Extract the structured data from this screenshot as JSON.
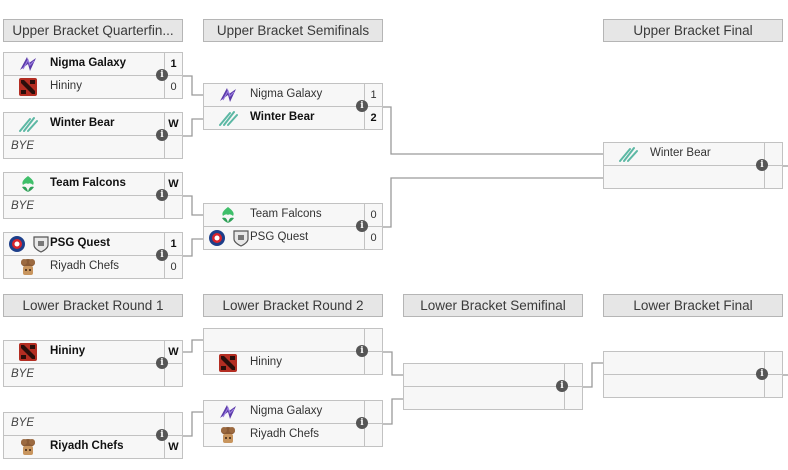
{
  "headers": {
    "ub_qf": "Upper Bracket Quarterfin...",
    "ub_sf": "Upper Bracket Semifinals",
    "ub_final": "Upper Bracket Final",
    "lb_r1": "Lower Bracket Round 1",
    "lb_r2": "Lower Bracket Round 2",
    "lb_sf": "Lower Bracket Semifinal",
    "lb_final": "Lower Bracket Final"
  },
  "info_glyph": "i",
  "matches": {
    "ubqf1": {
      "team1": {
        "name": "Nigma Galaxy",
        "score": "1",
        "icon": "nigma-galaxy-icon"
      },
      "team2": {
        "name": "Hininy",
        "score": "0",
        "icon": "dota-icon"
      }
    },
    "ubqf2": {
      "team1": {
        "name": "Winter Bear",
        "score": "W",
        "icon": "winter-bear-icon"
      },
      "team2": {
        "name": "BYE",
        "score": ""
      }
    },
    "ubqf3": {
      "team1": {
        "name": "Team Falcons",
        "score": "W",
        "icon": "team-falcons-icon"
      },
      "team2": {
        "name": "BYE",
        "score": ""
      }
    },
    "ubqf4": {
      "team1": {
        "name": "PSG Quest",
        "score": "1",
        "icon": "psg-quest-icon"
      },
      "team2": {
        "name": "Riyadh Chefs",
        "score": "0",
        "icon": "riyadh-chefs-icon"
      }
    },
    "ubsf1": {
      "team1": {
        "name": "Nigma Galaxy",
        "score": "1",
        "icon": "nigma-galaxy-icon"
      },
      "team2": {
        "name": "Winter Bear",
        "score": "2",
        "icon": "winter-bear-icon"
      }
    },
    "ubsf2": {
      "team1": {
        "name": "Team Falcons",
        "score": "0",
        "icon": "team-falcons-icon"
      },
      "team2": {
        "name": "PSG Quest",
        "score": "0",
        "icon": "psg-quest-icon"
      }
    },
    "ubf": {
      "team1": {
        "name": "Winter Bear",
        "score": "",
        "icon": "winter-bear-icon"
      },
      "team2": {
        "name": "",
        "score": ""
      }
    },
    "lbr1a": {
      "team1": {
        "name": "Hininy",
        "score": "W",
        "icon": "dota-icon"
      },
      "team2": {
        "name": "BYE",
        "score": ""
      }
    },
    "lbr1b": {
      "team1": {
        "name": "BYE",
        "score": ""
      },
      "team2": {
        "name": "Riyadh Chefs",
        "score": "W",
        "icon": "riyadh-chefs-icon"
      }
    },
    "lbr2a": {
      "team1": {
        "name": "",
        "score": ""
      },
      "team2": {
        "name": "Hininy",
        "score": "",
        "icon": "dota-icon"
      }
    },
    "lbr2b": {
      "team1": {
        "name": "Nigma Galaxy",
        "score": "",
        "icon": "nigma-galaxy-icon"
      },
      "team2": {
        "name": "Riyadh Chefs",
        "score": "",
        "icon": "riyadh-chefs-icon"
      }
    },
    "lbsf": {
      "team1": {
        "name": "",
        "score": ""
      },
      "team2": {
        "name": "",
        "score": ""
      }
    },
    "lbf": {
      "team1": {
        "name": "",
        "score": ""
      },
      "team2": {
        "name": "",
        "score": ""
      }
    }
  }
}
